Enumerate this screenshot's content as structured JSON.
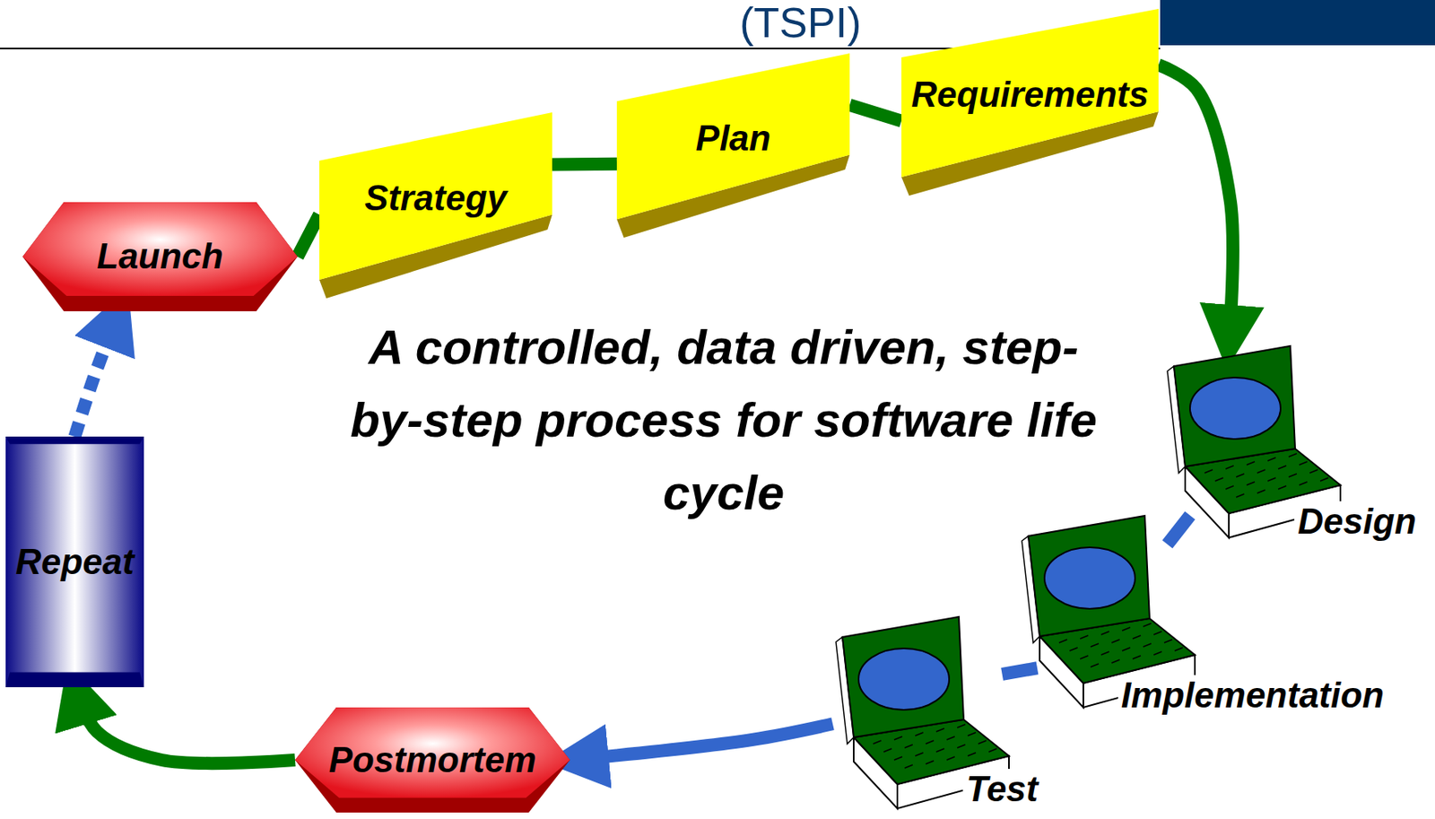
{
  "diagram": {
    "title": "(TSPI)",
    "nodes": [
      {
        "text": [
          "Launch"
        ]
      },
      {
        "text": [
          "Strategy"
        ]
      },
      {
        "text": [
          "Plan"
        ]
      },
      {
        "text": [
          "Requirements"
        ]
      },
      {
        "text": [
          "Design"
        ]
      },
      {
        "text": [
          "Implementation"
        ]
      },
      {
        "text": [
          "Test"
        ]
      },
      {
        "text": [
          "Postmortem"
        ]
      },
      {
        "text": [
          "Repeat"
        ]
      }
    ],
    "edges": [
      {
        "from": 0,
        "to": 1,
        "arrow": "none"
      },
      {
        "from": 1,
        "to": 2,
        "arrow": "none"
      },
      {
        "from": 2,
        "to": 3,
        "arrow": "none"
      },
      {
        "from": 3,
        "to": 4,
        "arrow": "to"
      },
      {
        "from": 4,
        "to": 5,
        "arrow": "none"
      },
      {
        "from": 5,
        "to": 6,
        "arrow": "none"
      },
      {
        "from": 6,
        "to": 7,
        "arrow": "to"
      },
      {
        "from": 7,
        "to": 8,
        "arrow": "to"
      },
      {
        "from": 8,
        "to": 0,
        "arrow": "to"
      }
    ],
    "labels": [
      "A controlled, data driven, step-by-step process for software life cycle"
    ]
  }
}
